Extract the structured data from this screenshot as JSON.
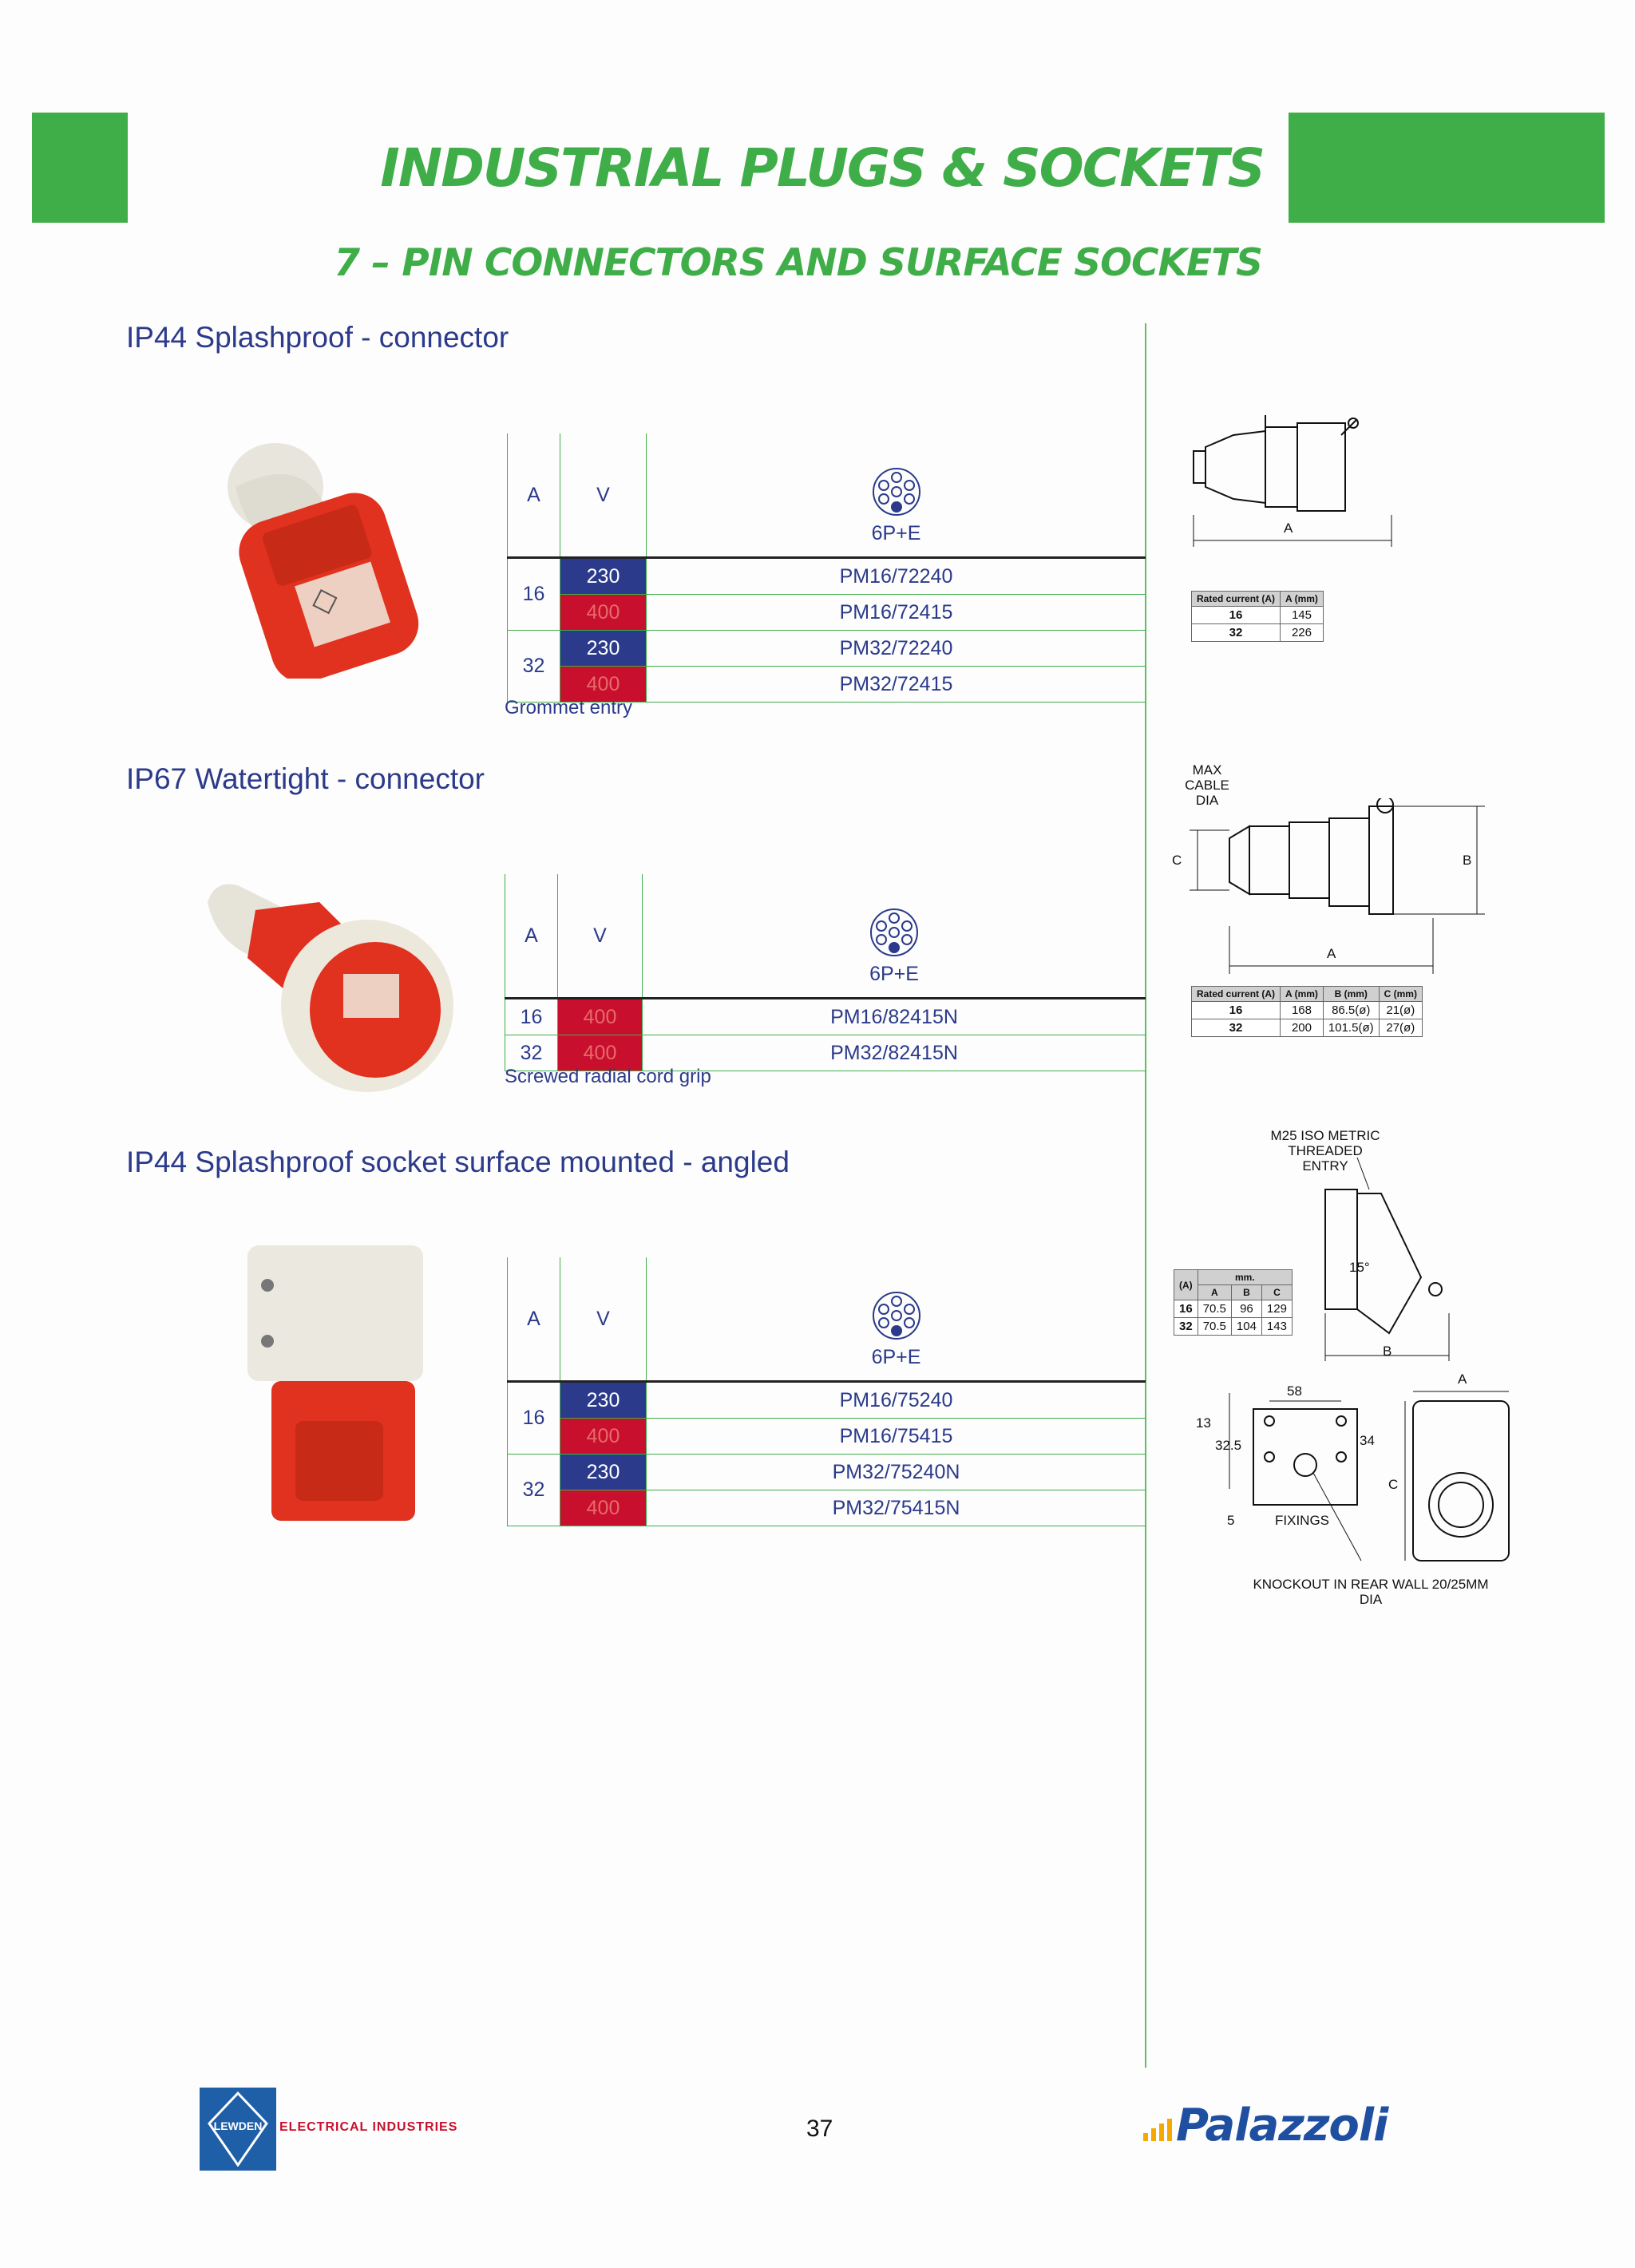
{
  "header": {
    "title": "INDUSTRIAL PLUGS & SOCKETS",
    "subtitle": "7 – PIN CONNECTORS AND SURFACE SOCKETS"
  },
  "sections": [
    {
      "heading": "IP44 Splashproof - connector",
      "col_a": "A",
      "col_v": "V",
      "pin_label": "6P+E",
      "rows": [
        {
          "amp": "16",
          "volt": "230",
          "code": "PM16/72240"
        },
        {
          "amp": "",
          "volt": "400",
          "code": "PM16/72415"
        },
        {
          "amp": "32",
          "volt": "230",
          "code": "PM32/72240"
        },
        {
          "amp": "",
          "volt": "400",
          "code": "PM32/72415"
        }
      ],
      "note": "Grommet entry"
    },
    {
      "heading": "IP67 Watertight - connector",
      "col_a": "A",
      "col_v": "V",
      "pin_label": "6P+E",
      "rows": [
        {
          "amp": "16",
          "volt": "400",
          "code": "PM16/82415N"
        },
        {
          "amp": "32",
          "volt": "400",
          "code": "PM32/82415N"
        }
      ],
      "note": "Screwed radial cord grip"
    },
    {
      "heading": "IP44 Splashproof socket surface mounted - angled",
      "col_a": "A",
      "col_v": "V",
      "pin_label": "6P+E",
      "rows": [
        {
          "amp": "16",
          "volt": "230",
          "code": "PM16/75240"
        },
        {
          "amp": "",
          "volt": "400",
          "code": "PM16/75415"
        },
        {
          "amp": "32",
          "volt": "230",
          "code": "PM32/75240N"
        },
        {
          "amp": "",
          "volt": "400",
          "code": "PM32/75415N"
        }
      ]
    }
  ],
  "dims1": {
    "label_a": "A",
    "h1": "Rated current (A)",
    "h2": "A (mm)",
    "rows": [
      [
        "16",
        "145"
      ],
      [
        "32",
        "226"
      ]
    ]
  },
  "dims2": {
    "max_cable": "MAX CABLE DIA",
    "label_a": "A",
    "label_b": "B",
    "label_c": "C",
    "h1": "Rated current (A)",
    "h2": "A (mm)",
    "h3": "B (mm)",
    "h4": "C (mm)",
    "rows": [
      [
        "16",
        "168",
        "86.5(ø)",
        "21(ø)"
      ],
      [
        "32",
        "200",
        "101.5(ø)",
        "27(ø)"
      ]
    ]
  },
  "dims3": {
    "thread": "M25 ISO METRIC THREADED ENTRY",
    "angle": "15°",
    "label_a": "A",
    "label_b": "B",
    "label_c": "C",
    "h_unit": "(A)",
    "h_mm": "mm.",
    "h_a": "A",
    "h_b": "B",
    "h_c": "C",
    "rows": [
      [
        "16",
        "70.5",
        "96",
        "129"
      ],
      [
        "32",
        "70.5",
        "104",
        "143"
      ]
    ],
    "d58": "58",
    "d13": "13",
    "d325": "32.5",
    "d34": "34",
    "d5": "5",
    "fixings": "FIXINGS",
    "knockout": "KNOCKOUT IN REAR WALL 20/25MM DIA"
  },
  "footer": {
    "page_number": "37",
    "lewden": "LEWDEN",
    "lewden_sub": "ELECTRICAL INDUSTRIES",
    "palazzoli": "Palazzoli"
  },
  "colors": {
    "green": "#3fae49",
    "blue": "#2b3a8a",
    "red": "#c8102e"
  }
}
